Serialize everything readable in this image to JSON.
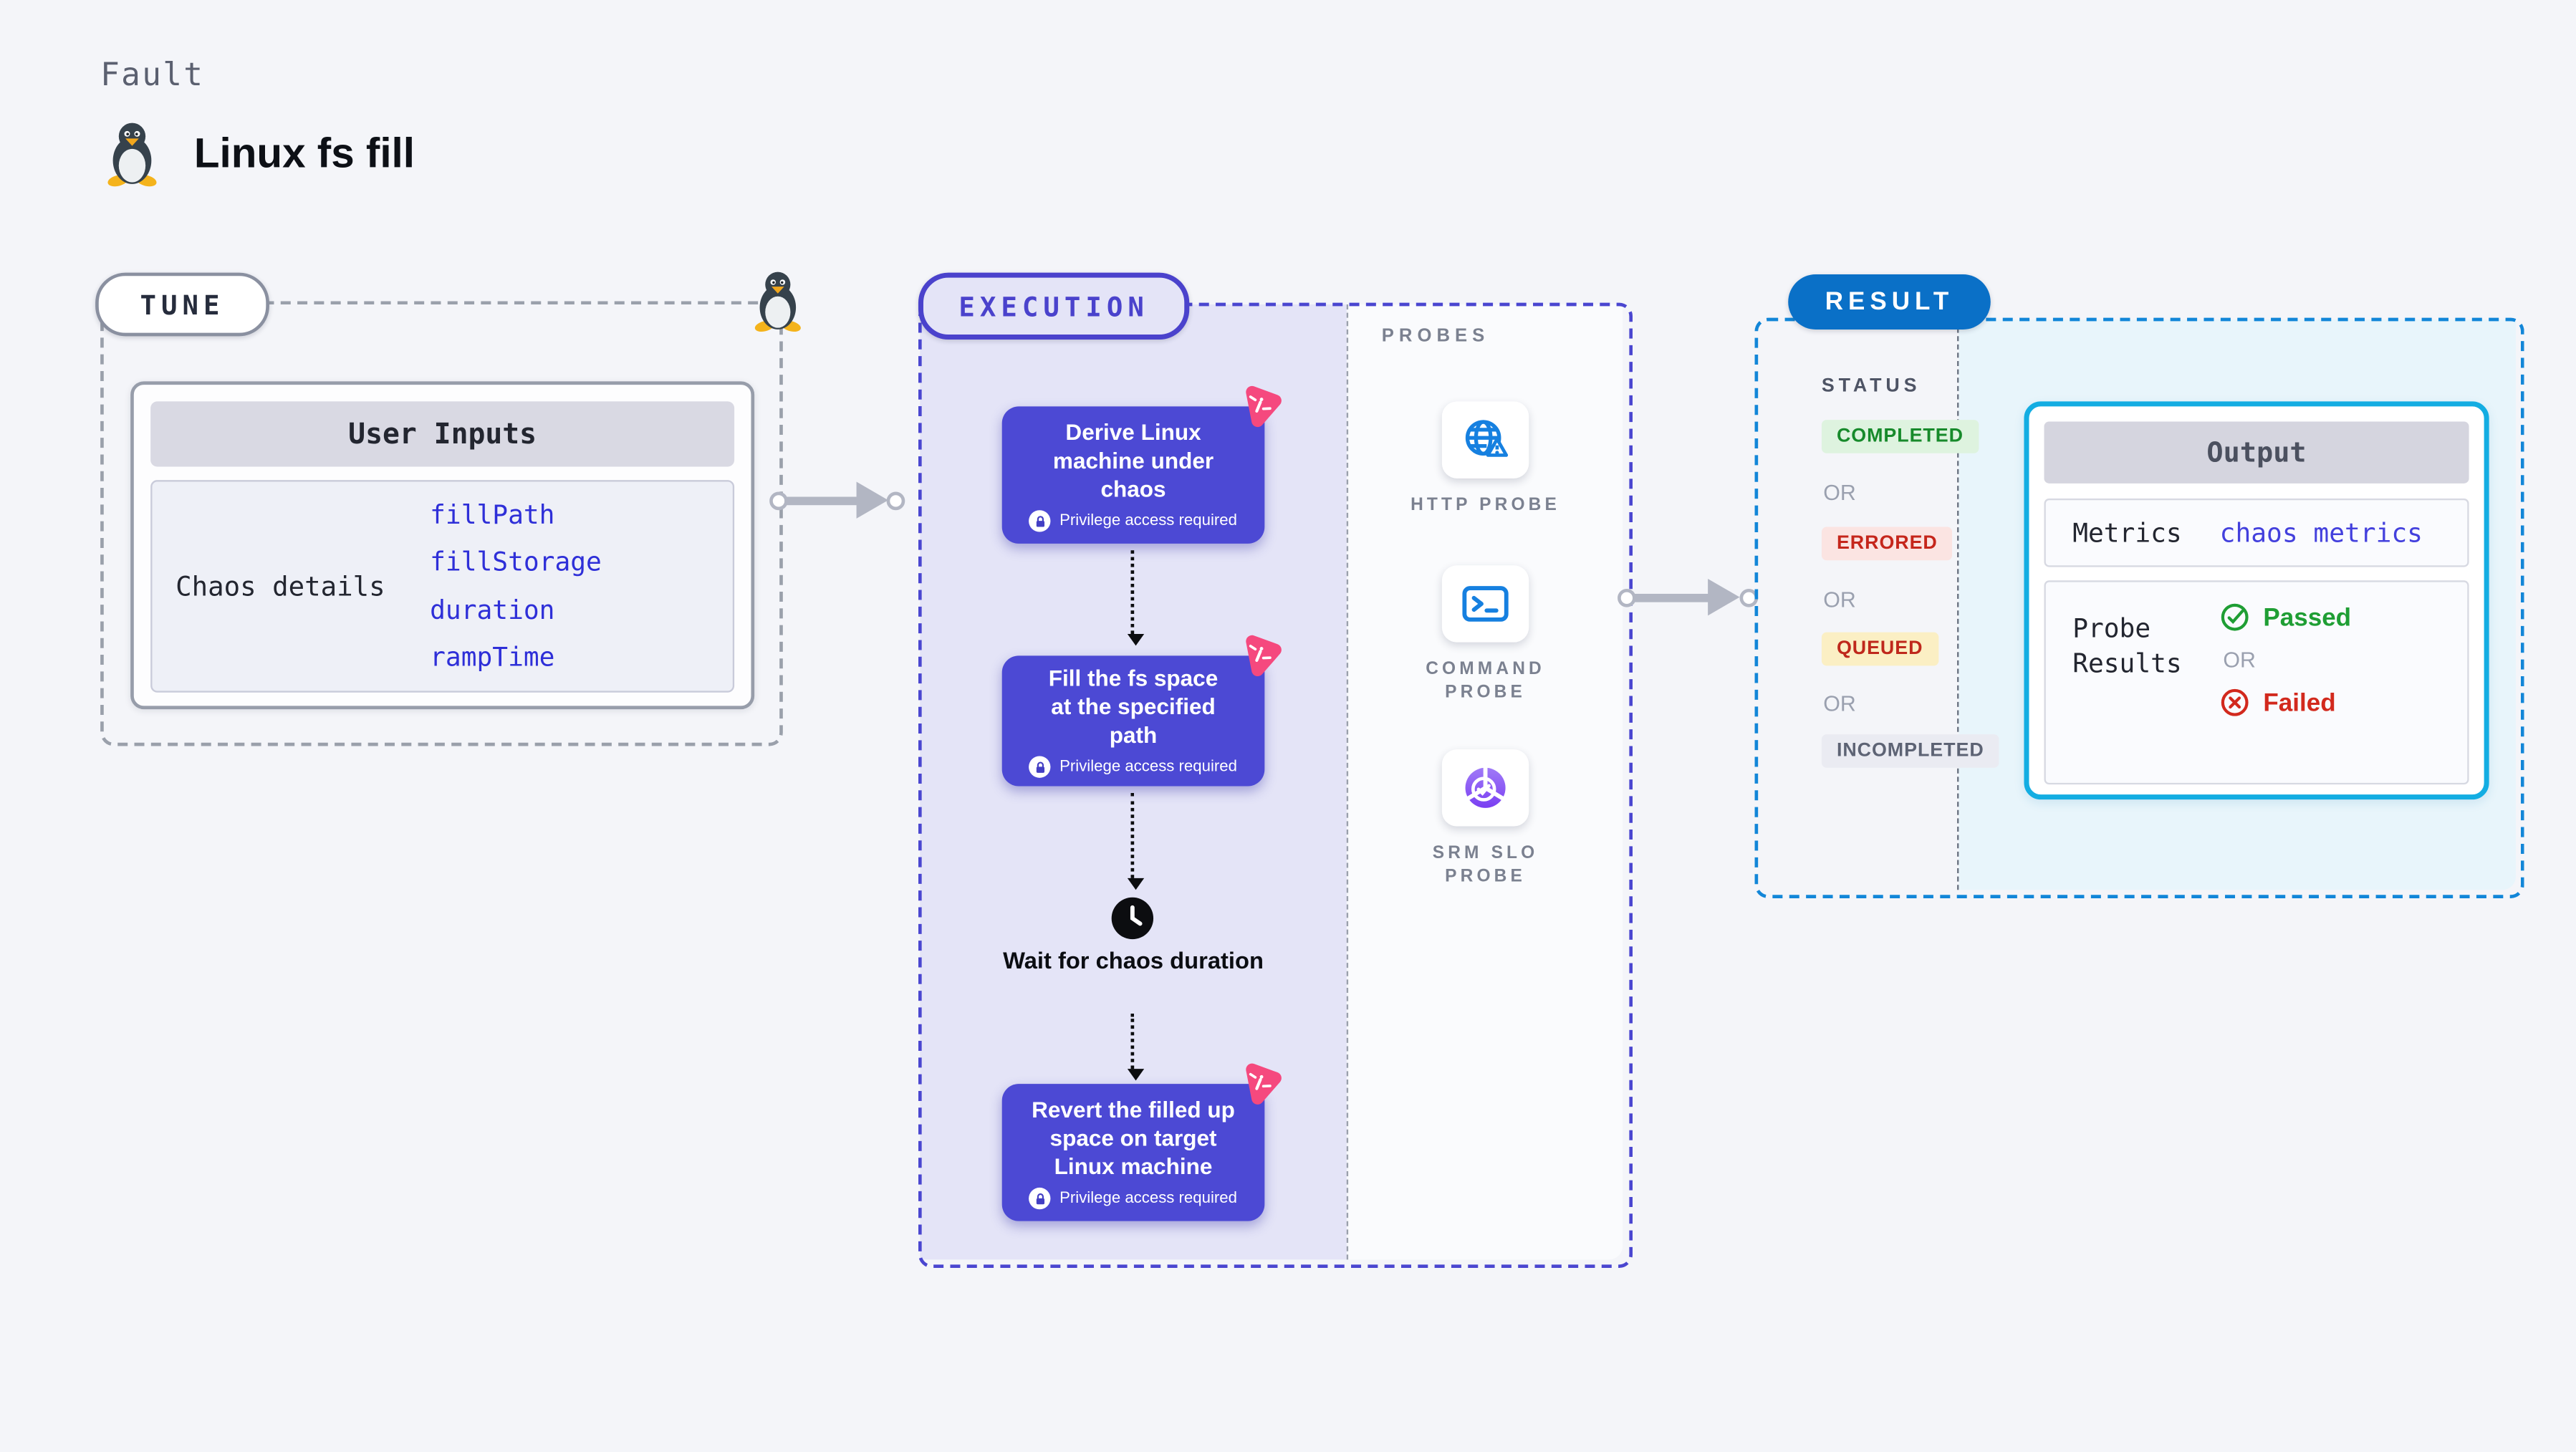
{
  "page": {
    "kicker": "Fault",
    "title": "Linux fs fill"
  },
  "tune": {
    "badge": "TUNE",
    "card_header": "User Inputs",
    "row_label": "Chaos details",
    "inputs": [
      "fillPath",
      "fillStorage",
      "duration",
      "rampTime"
    ]
  },
  "execution": {
    "badge": "EXECUTION",
    "steps": [
      {
        "title": "Derive Linux machine under chaos",
        "note": "Privilege access required"
      },
      {
        "title": "Fill the fs space at the specified path",
        "note": "Privilege access required"
      },
      {
        "title": "Revert the filled up space on target Linux machine",
        "note": "Privilege access required"
      }
    ],
    "wait_label": "Wait for chaos duration",
    "probes": {
      "header": "PROBES",
      "items": [
        {
          "label": "HTTP PROBE",
          "icon": "globe-alert-icon"
        },
        {
          "label": "COMMAND PROBE",
          "icon": "terminal-icon"
        },
        {
          "label": "SRM SLO PROBE",
          "icon": "slo-donut-icon"
        }
      ]
    }
  },
  "result": {
    "badge": "RESULT",
    "status": {
      "header": "STATUS",
      "or": "OR",
      "items": [
        {
          "label": "COMPLETED",
          "fg": "#178a2b",
          "bg": "#def3df"
        },
        {
          "label": "ERRORED",
          "fg": "#c5261b",
          "bg": "#fbe4e2"
        },
        {
          "label": "QUEUED",
          "fg": "#bf281c",
          "bg": "#fbefc4"
        },
        {
          "label": "INCOMPLETED",
          "fg": "#5d6374",
          "bg": "#eaebf2"
        }
      ]
    },
    "output": {
      "header": "Output",
      "metrics_label": "Metrics",
      "metrics_value": "chaos metrics",
      "probe_results_label": "Probe Results",
      "passed_label": "Passed",
      "or": "OR",
      "failed_label": "Failed"
    }
  },
  "colors": {
    "indigo_border": "#4a46d0",
    "step_card": "#4c49d4",
    "chaos_pink": "#f5497e",
    "result_blue": "#0a70c7",
    "output_border": "#13ade2",
    "input_link": "#2e2fd8",
    "passed_green": "#1f9e34",
    "failed_red": "#d2291d",
    "lavender": "#e4e4f7",
    "light_cyan": "#e8f5fb"
  }
}
